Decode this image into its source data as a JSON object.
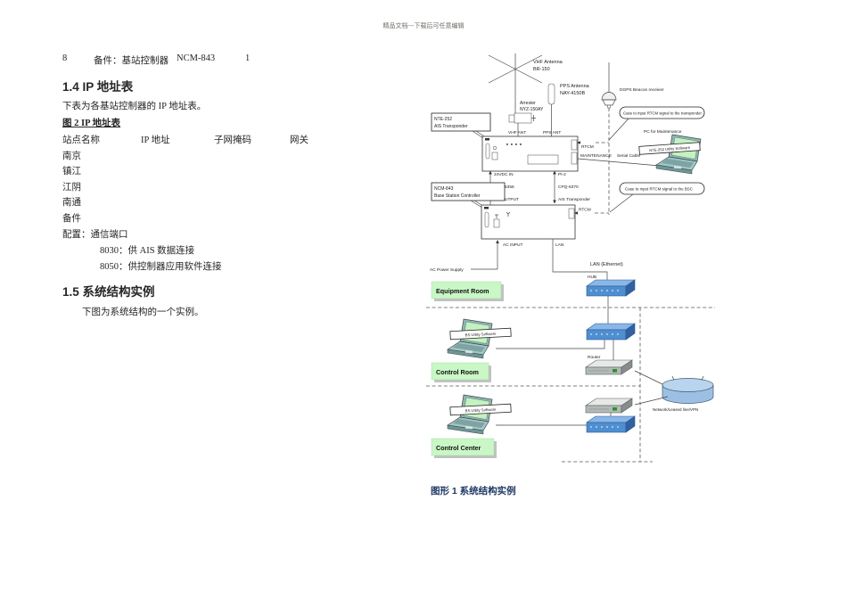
{
  "header": {
    "watermark": "精品文档---下载后可任意编辑"
  },
  "doc": {
    "spare_line": {
      "no": "8",
      "label": "备件：基站控制器",
      "model": "NCM-843",
      "qty": "1"
    },
    "section_14": {
      "title": "1.4 IP 地址表",
      "intro": "下表为各基站控制器的 IP 地址表。",
      "table_caption": "图 2 IP 地址表",
      "table": {
        "headers": [
          "站点名称",
          "IP 地址",
          "子网掩码",
          "网关"
        ],
        "rows": [
          "南京",
          "镇江",
          "江阴",
          "南通",
          "备件"
        ]
      },
      "config_label": "配置：通信端口",
      "ports": [
        "8030：供 AIS 数据连接",
        "8050：供控制器应用软件连接"
      ]
    },
    "section_15": {
      "title": "1.5 系统结构实例",
      "intro": "下图为系统结构的一个实例。"
    },
    "figure_caption": "图形 1 系统结构实例"
  },
  "diagram": {
    "vhf_antenna_label": "VHF Antenna",
    "vhf_antenna_model": "BR-150",
    "arrester_label": "Arrester",
    "arrester_model": "NYZ-150AY",
    "pps_antenna_label": "PPS Antenna",
    "pps_antenna_model": "NAY-4150B",
    "dgps_label": "DGPS Beacon receiver",
    "note_transponder": "Case to input RTCM signal to the transponder",
    "note_bsc": "Case to input RTCM signal to the BSC",
    "transponder_name": "NTE-252",
    "transponder_type": "AIS Transponder",
    "controller_name": "NCM-843",
    "controller_type": "Base Station Controller",
    "port_vhf": "VHF ANT",
    "port_pps": "PPS ANT",
    "port_rtcm": "RTCM",
    "port_maintenance": "MAINTENANCE",
    "serial_cable": "Serial Cable",
    "pc_maintenance": "PC for Maintenance",
    "nte_utility": "NTE-252 Utility Software",
    "port_24vdc": "24VDC IN",
    "port_pi2": "PI-2",
    "cable_cpq6356": "CPQ-6356",
    "cable_cpq6370": "CPQ-6370",
    "port_dc_output": "DC OUTPUT",
    "port_ais_transponder": "AIS Transponder",
    "port_ac_input": "AC INPUT",
    "port_lan": "LAN",
    "ac_power_supply": "AC Power Supply",
    "lan_ethernet": "LAN (Ethernet)",
    "hub": "HUB",
    "router": "Router",
    "bs_utility": "BS Utility Software",
    "network": "Network/Leased line/VPN",
    "room_equipment": "Equipment Room",
    "room_control": "Control Room",
    "room_center": "Control Center",
    "colors": {
      "room_label_bg": "#c9f7c5",
      "hub_blue": "#4e8fd0",
      "laptop_screen": "#c4f2c0",
      "caption_navy": "#1F3864"
    }
  }
}
